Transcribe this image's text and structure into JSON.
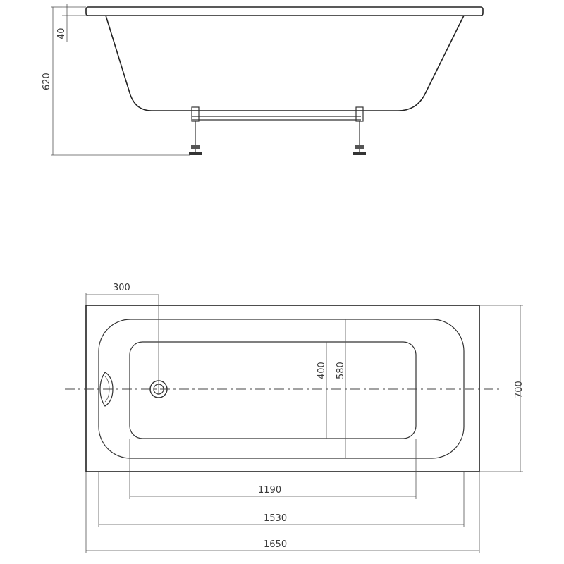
{
  "side_view": {
    "dimensions": {
      "rim": "40",
      "height": "620"
    }
  },
  "top_view": {
    "dimensions": {
      "drain_offset": "300",
      "inner_width": "400",
      "outer_basin_width": "580",
      "overall_width": "700",
      "inner_length": "1190",
      "basin_length": "1530",
      "overall_length": "1650"
    }
  }
}
